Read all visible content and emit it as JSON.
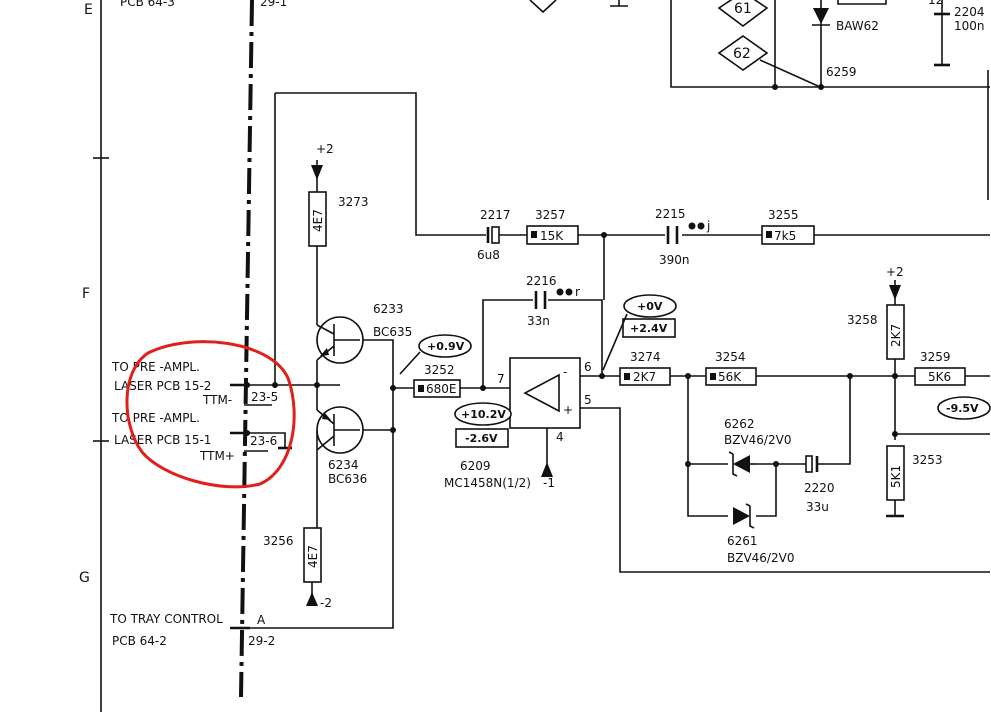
{
  "grid": {
    "rows": [
      "E",
      "F",
      "G"
    ]
  },
  "connectors": {
    "top": {
      "pcb": "PCB 64-3",
      "pin": "29-1"
    },
    "bottom": {
      "label": "TO TRAY CONTROL",
      "letter": "A",
      "pcb": "PCB 64-2",
      "pin": "29-2"
    },
    "laser_minus": {
      "line1": "TO PRE -AMPL.",
      "line2": "LASER PCB 15-2",
      "line3": "TTM-",
      "pin": "23-5"
    },
    "laser_plus": {
      "line1": "TO PRE -AMPL.",
      "line2": "LASER PCB 15-1",
      "line3": "TTM+",
      "pin": "23-6"
    }
  },
  "components": {
    "r3273": {
      "ref": "3273",
      "value": "4E7",
      "rail": "+2"
    },
    "r3256": {
      "ref": "3256",
      "value": "4E7",
      "rail": "-2"
    },
    "q6233": {
      "ref": "6233",
      "type": "BC635"
    },
    "q6234": {
      "ref": "6234",
      "type": "BC636"
    },
    "c2217": {
      "ref": "2217",
      "value": "6u8"
    },
    "r3257": {
      "ref": "3257",
      "value": "15K"
    },
    "c2215": {
      "ref": "2215",
      "value": "390n",
      "mark": "j"
    },
    "r3255": {
      "ref": "3255",
      "value": "7k5"
    },
    "c2216": {
      "ref": "2216",
      "value": "33n",
      "mark": "r"
    },
    "r3252": {
      "ref": "3252",
      "value": "680E"
    },
    "r3274": {
      "ref": "3274",
      "value": "2K7"
    },
    "r3254": {
      "ref": "3254",
      "value": "56K"
    },
    "r3258": {
      "ref": "3258",
      "value": "2K7",
      "rail": "+2"
    },
    "r3259": {
      "ref": "3259",
      "value": "5K6"
    },
    "r3253": {
      "ref": "3253",
      "value": "5K1"
    },
    "d6262": {
      "ref": "6262",
      "type": "BZV46/2V0"
    },
    "d6261": {
      "ref": "6261",
      "type": "BZV46/2V0"
    },
    "c2220": {
      "ref": "2220",
      "value": "33u"
    },
    "ic6209": {
      "ref": "6209",
      "type": "MC1458N(1/2)",
      "pin_in_minus": "7",
      "pin_out": "6",
      "pin_in_plus": "5",
      "pin_gnd": "4",
      "gnd_rail": "-1"
    },
    "d6259": {
      "ref": "6259"
    },
    "baw62": {
      "type": "BAW62"
    },
    "c2204": {
      "ref": "2204",
      "value": "100n",
      "partial": "12"
    },
    "nodes": {
      "n61": "61",
      "n62": "62"
    }
  },
  "voltages": {
    "v_q": "+0.9V",
    "v_in_a": "+10.2V",
    "v_in_b": "-2.6V",
    "v_out_a": "+0V",
    "v_out_b": "+2.4V",
    "v_right": "-9.5V"
  },
  "annotation": {
    "color": "#e0201b"
  }
}
